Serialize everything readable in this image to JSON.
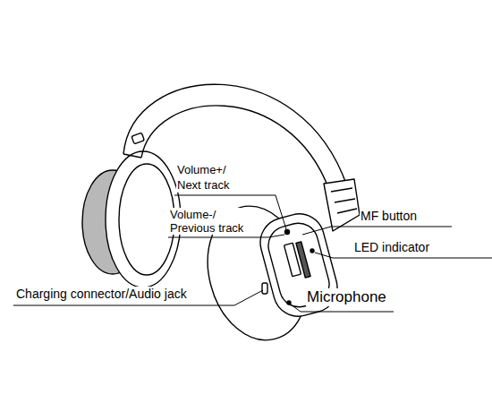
{
  "diagram": {
    "labels": [
      "Volume+/ Next track",
      "Volume-/ Previous track",
      "MF button",
      "LED indicator",
      "Charging connector/Audio jack",
      "Microphone"
    ]
  }
}
